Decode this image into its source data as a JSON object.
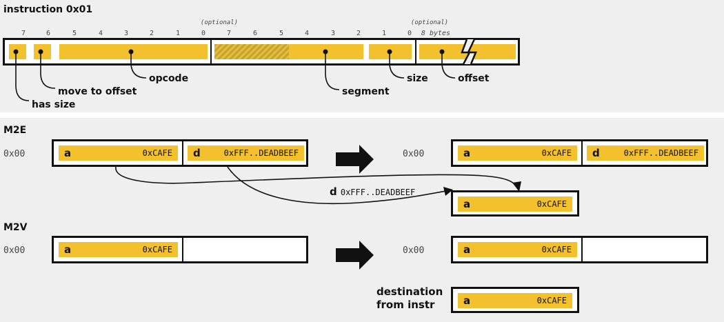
{
  "instruction": {
    "title": "instruction 0x01",
    "bits_byte1": [
      "7",
      "6",
      "5",
      "4",
      "3",
      "2",
      "1",
      "0"
    ],
    "bits_byte2": [
      "7",
      "6",
      "5",
      "4",
      "3",
      "2",
      "1",
      "0"
    ],
    "optional_1": "(optional)",
    "optional_2": "(optional)",
    "offset_bytes": "8 bytes",
    "labels": {
      "has_size": "has size",
      "move_to_offset": "move to offset",
      "opcode": "opcode",
      "segment": "segment",
      "size": "size",
      "offset": "offset"
    }
  },
  "m2e": {
    "title": "M2E",
    "addr_before": "0x00",
    "addr_after": "0x00",
    "before": [
      {
        "reg": "a",
        "value": "0xCAFE"
      },
      {
        "reg": "d",
        "value": "0xFFF..DEADBEEF"
      }
    ],
    "after": [
      {
        "reg": "a",
        "value": "0xCAFE"
      },
      {
        "reg": "d",
        "value": "0xFFF..DEADBEEF"
      }
    ],
    "moved_label": {
      "reg": "d",
      "value": "0xFFF..DEADBEEF"
    },
    "below": {
      "reg": "a",
      "value": "0xCAFE"
    }
  },
  "m2v": {
    "title": "M2V",
    "addr_before": "0x00",
    "addr_after": "0x00",
    "before": {
      "reg": "a",
      "value": "0xCAFE"
    },
    "after": {
      "reg": "a",
      "value": "0xCAFE"
    },
    "dest_label_1": "destination",
    "dest_label_2": "from instr",
    "dest": {
      "reg": "a",
      "value": "0xCAFE"
    }
  },
  "colors": {
    "field": "#f3c12e",
    "border": "#111111",
    "panel": "#efefef"
  }
}
